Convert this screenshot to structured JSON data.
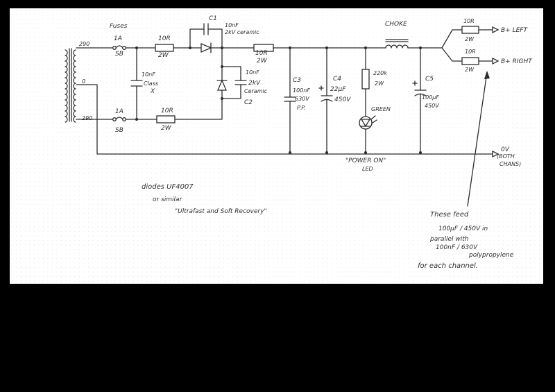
{
  "colors": {
    "background": "#000000",
    "paper": "#ffffff",
    "grid": "#d8d8d8",
    "ink": "#2b2b2b"
  },
  "labels": {
    "fuses": "Fuses",
    "tap_top": "290",
    "tap_mid": "0",
    "tap_bot": "290",
    "fuse_top_val": "1A",
    "fuse_top_type": "SB",
    "fuse_bot_val": "1A",
    "fuse_bot_type": "SB",
    "r_top_val": "10R",
    "r_top_pwr": "2W",
    "r_bot_val": "10R",
    "r_bot_pwr": "2W",
    "cx_val": "10nF",
    "cx_type": "Class",
    "cx_x": "X",
    "c1_name": "C1",
    "c1_val": "10nF",
    "c1_type": "2kV ceramic",
    "c2_val": "10nF",
    "c2_volt": "2kV",
    "c2_type": "Ceramic",
    "c2_name": "C2",
    "r_mid_val": "10R",
    "r_mid_pwr": "2W",
    "c3_name": "C3",
    "c3_val": "100nF",
    "c3_volt": "630V",
    "c3_type": "P.P.",
    "c4_name": "C4",
    "c4_val": "22µF",
    "c4_volt": "450V",
    "r_led_val": "220k",
    "r_led_pwr": "2W",
    "led_color": "GREEN",
    "led_name": "\"POWER ON\"",
    "led_type": "LED",
    "choke": "CHOKE",
    "c5_name": "C5",
    "c5_val": "100µF",
    "c5_volt": "450V",
    "r_left_val": "10R",
    "r_left_pwr": "2W",
    "r_right_val": "10R",
    "r_right_pwr": "2W",
    "out_left": "B+ LEFT",
    "out_right": "B+ RIGHT",
    "ground": "0V",
    "ground_note_1": "(BOTH",
    "ground_note_2": "CHANS)",
    "diodes_1": "diodes UF4007",
    "diodes_2": "or similar",
    "diodes_3": "\"Ultrafast and Soft Recovery\"",
    "note_1": "These feed",
    "note_2": "100µF / 450V in",
    "note_3": "parallel with",
    "note_4": "100nF / 630V",
    "note_5": "polypropylene",
    "note_6": "for each channel."
  }
}
